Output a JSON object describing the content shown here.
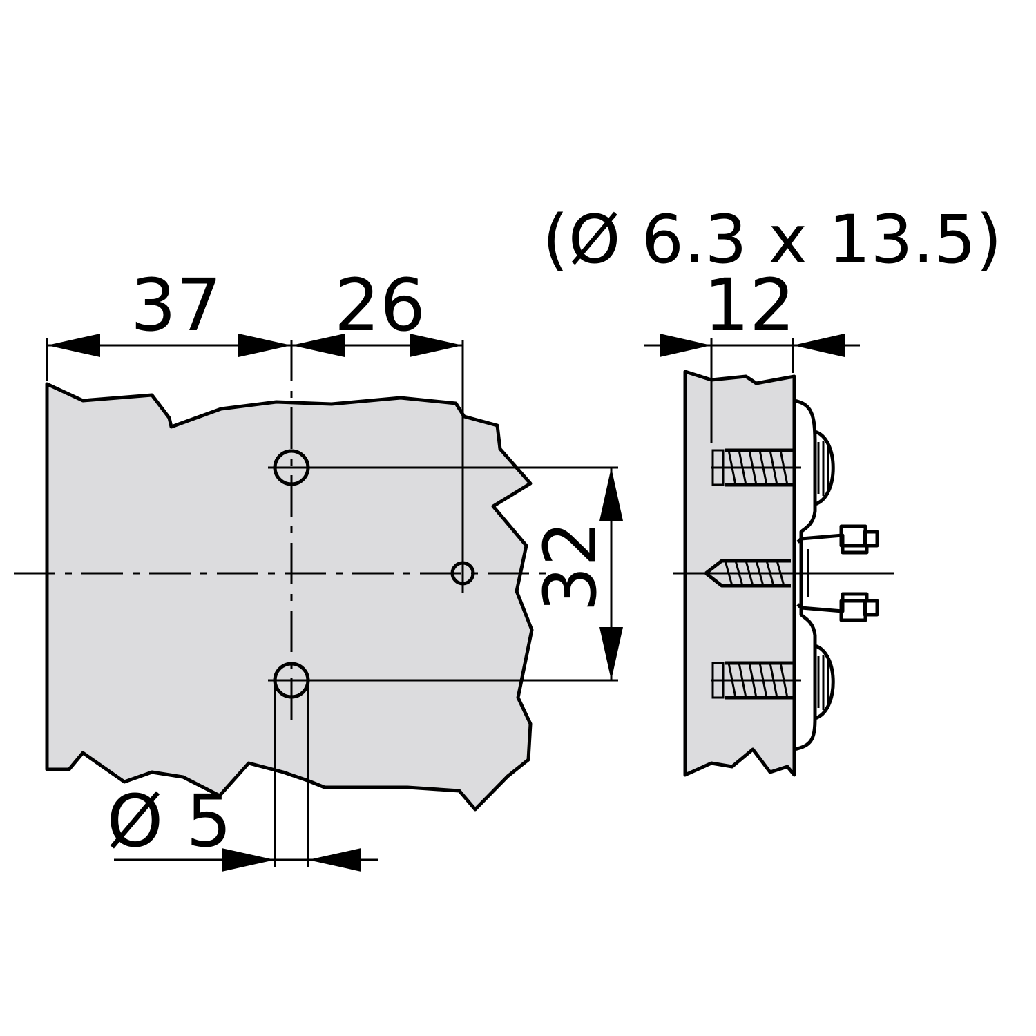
{
  "colors": {
    "panel_fill": "#dcdcde",
    "line": "#000000",
    "background": "#ffffff"
  },
  "dimensions": {
    "edge_to_holes": "37",
    "holes_to_center_hole": "26",
    "hole_spacing": "32",
    "hole_diameter": "Ø 5",
    "side_thickness": "12",
    "screw_spec": "(Ø 6.3 x 13.5)"
  }
}
